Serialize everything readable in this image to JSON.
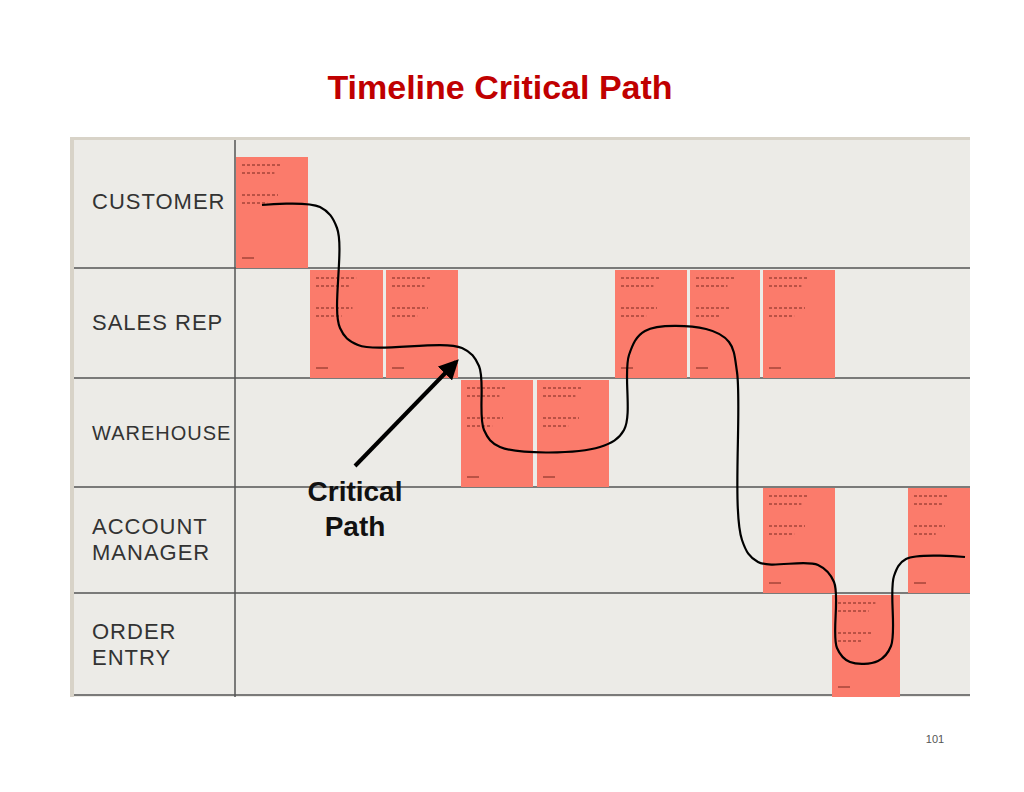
{
  "diagram": {
    "title": "Timeline Critical Path",
    "nodes": [
      {
        "text": [
          "CUSTOMER"
        ]
      },
      {
        "text": [
          "SALES REP"
        ]
      },
      {
        "text": [
          "WAREHOUSE"
        ]
      },
      {
        "text": [
          "ACCOUNT MANAGER"
        ]
      },
      {
        "text": [
          "ORDER ENTRY"
        ]
      }
    ],
    "labels": [
      "Critical Path",
      "101"
    ]
  }
}
